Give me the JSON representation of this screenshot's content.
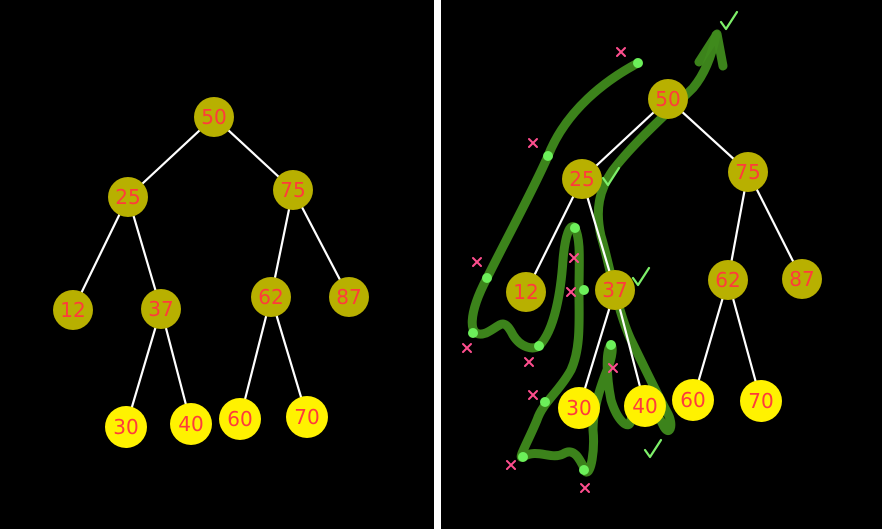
{
  "colors": {
    "background": "#000000",
    "divider": "#ffffff",
    "inner_node": "#b8b000",
    "leaf_node": "#fff200",
    "node_text": "#ff3b3b",
    "edge": "#ffffff",
    "trail": "#3f8a1c",
    "trail_point": "#6cf05a",
    "visit_mark": "#ff4e8e",
    "done_mark": "#7ef06a"
  },
  "left_tree": {
    "nodes": [
      {
        "id": "n50",
        "label": "50",
        "kind": "inner"
      },
      {
        "id": "n25",
        "label": "25",
        "kind": "inner"
      },
      {
        "id": "n75",
        "label": "75",
        "kind": "inner"
      },
      {
        "id": "n12",
        "label": "12",
        "kind": "inner"
      },
      {
        "id": "n37",
        "label": "37",
        "kind": "inner"
      },
      {
        "id": "n62",
        "label": "62",
        "kind": "inner"
      },
      {
        "id": "n87",
        "label": "87",
        "kind": "inner"
      },
      {
        "id": "n30",
        "label": "30",
        "kind": "leaf"
      },
      {
        "id": "n40",
        "label": "40",
        "kind": "leaf"
      },
      {
        "id": "n60",
        "label": "60",
        "kind": "leaf"
      },
      {
        "id": "n70",
        "label": "70",
        "kind": "leaf"
      }
    ],
    "edges": [
      [
        "n50",
        "n25"
      ],
      [
        "n50",
        "n75"
      ],
      [
        "n25",
        "n12"
      ],
      [
        "n25",
        "n37"
      ],
      [
        "n75",
        "n62"
      ],
      [
        "n75",
        "n87"
      ],
      [
        "n37",
        "n30"
      ],
      [
        "n37",
        "n40"
      ],
      [
        "n62",
        "n60"
      ],
      [
        "n62",
        "n70"
      ]
    ]
  },
  "right_tree": {
    "nodes": [
      {
        "id": "n50",
        "label": "50",
        "kind": "inner"
      },
      {
        "id": "n25",
        "label": "25",
        "kind": "inner"
      },
      {
        "id": "n75",
        "label": "75",
        "kind": "inner"
      },
      {
        "id": "n12",
        "label": "12",
        "kind": "inner"
      },
      {
        "id": "n37",
        "label": "37",
        "kind": "inner"
      },
      {
        "id": "n62",
        "label": "62",
        "kind": "inner"
      },
      {
        "id": "n87",
        "label": "87",
        "kind": "inner"
      },
      {
        "id": "n30",
        "label": "30",
        "kind": "leaf"
      },
      {
        "id": "n40",
        "label": "40",
        "kind": "leaf"
      },
      {
        "id": "n60",
        "label": "60",
        "kind": "leaf"
      },
      {
        "id": "n70",
        "label": "70",
        "kind": "leaf"
      }
    ],
    "edges": [
      [
        "n50",
        "n25"
      ],
      [
        "n50",
        "n75"
      ],
      [
        "n25",
        "n12"
      ],
      [
        "n25",
        "n37"
      ],
      [
        "n75",
        "n62"
      ],
      [
        "n75",
        "n87"
      ],
      [
        "n37",
        "n30"
      ],
      [
        "n37",
        "n40"
      ],
      [
        "n62",
        "n60"
      ],
      [
        "n62",
        "n70"
      ]
    ],
    "visit_mark_symbol": "×",
    "done_mark_symbol": "✓"
  }
}
